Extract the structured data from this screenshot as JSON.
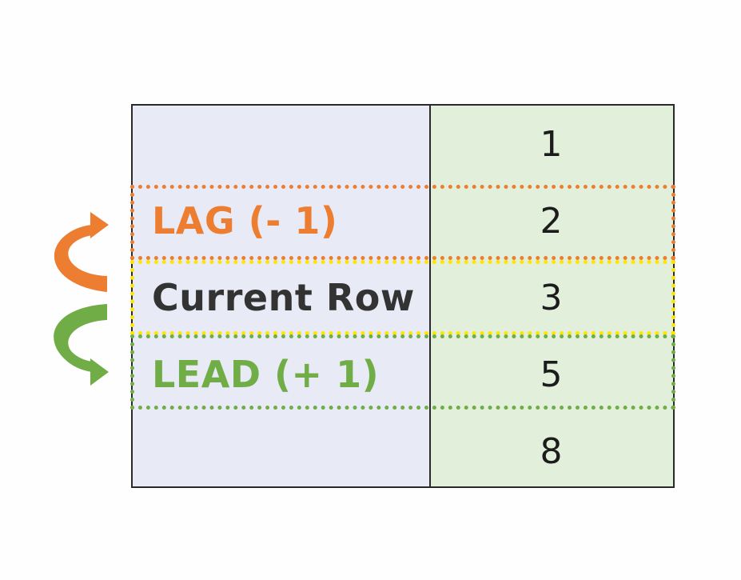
{
  "table": {
    "rows": [
      {
        "label": "",
        "value": "1"
      },
      {
        "label": "LAG (- 1)",
        "value": "2"
      },
      {
        "label": "Current Row",
        "value": "3"
      },
      {
        "label": "LEAD (+ 1)",
        "value": "5"
      },
      {
        "label": "",
        "value": "8"
      }
    ]
  },
  "colors": {
    "left_column_fill": "#e8eaf6",
    "right_column_fill": "#e2efda",
    "lag": "#ed7d31",
    "current": "#ffe600",
    "lead": "#70ad47",
    "border": "#2a2a2a"
  },
  "icons": {
    "lag_arrow": "curved-arrow-up-icon",
    "lead_arrow": "curved-arrow-down-icon"
  }
}
